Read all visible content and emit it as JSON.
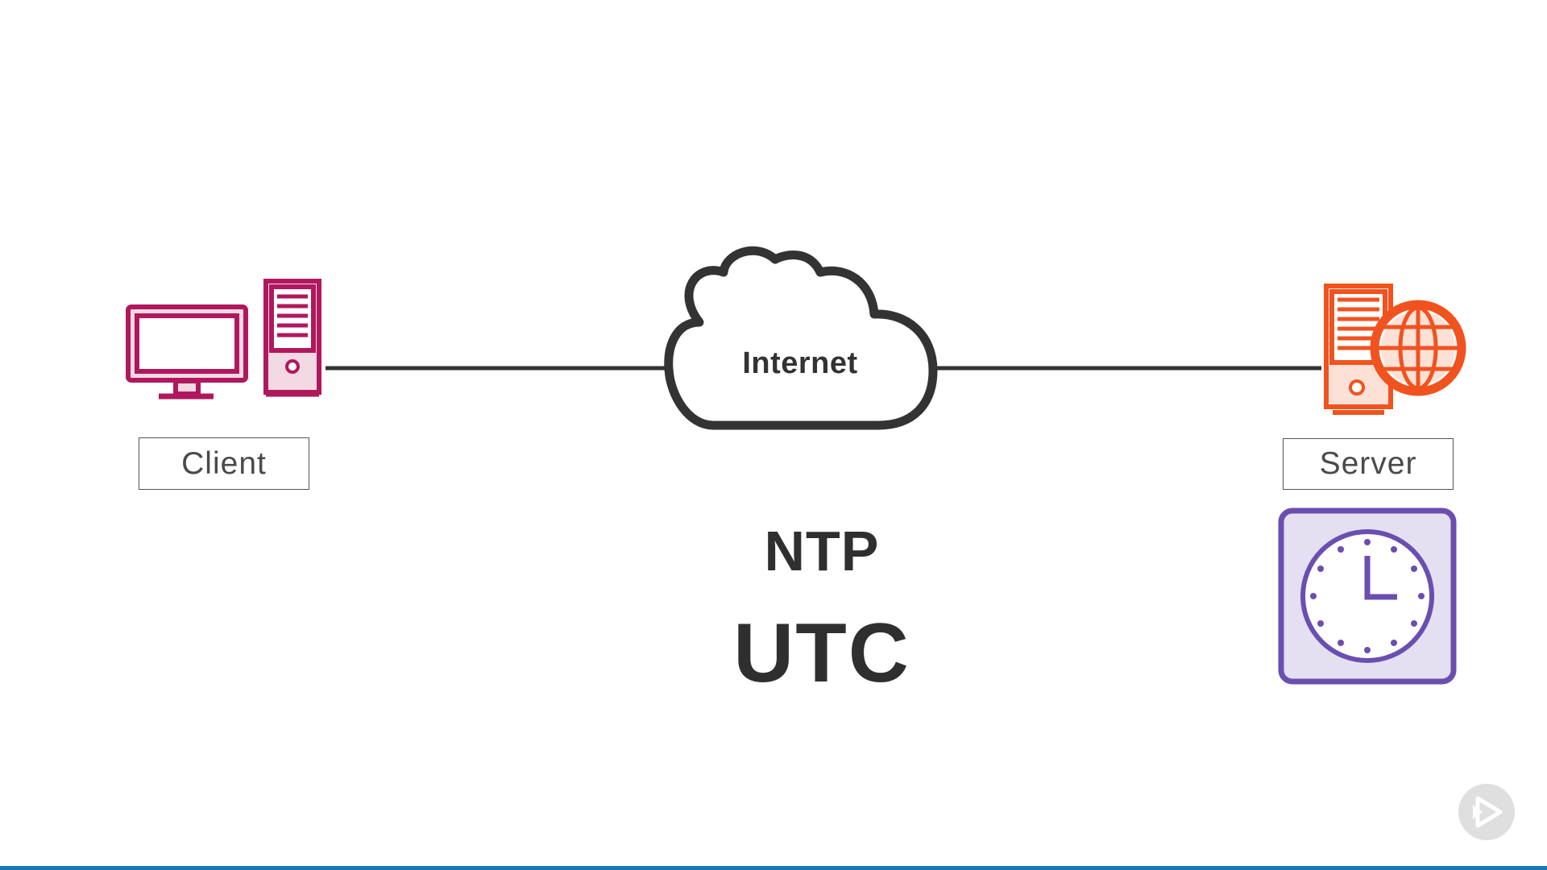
{
  "diagram": {
    "cloud_label": "Internet",
    "client_label": "Client",
    "server_label": "Server",
    "protocol_label": "NTP",
    "time_standard_label": "UTC"
  },
  "colors": {
    "client": "#b0185e",
    "server": "#f0531f",
    "clock_stroke": "#6a4fb0",
    "clock_fill": "#e4e0f2",
    "connector": "#333333",
    "progress_bar": "#1b78b6"
  },
  "icons": {
    "client": [
      "monitor-icon",
      "desktop-tower-icon"
    ],
    "server": [
      "server-tower-icon",
      "globe-icon"
    ],
    "clock": "clock-icon",
    "player": "play-icon"
  }
}
